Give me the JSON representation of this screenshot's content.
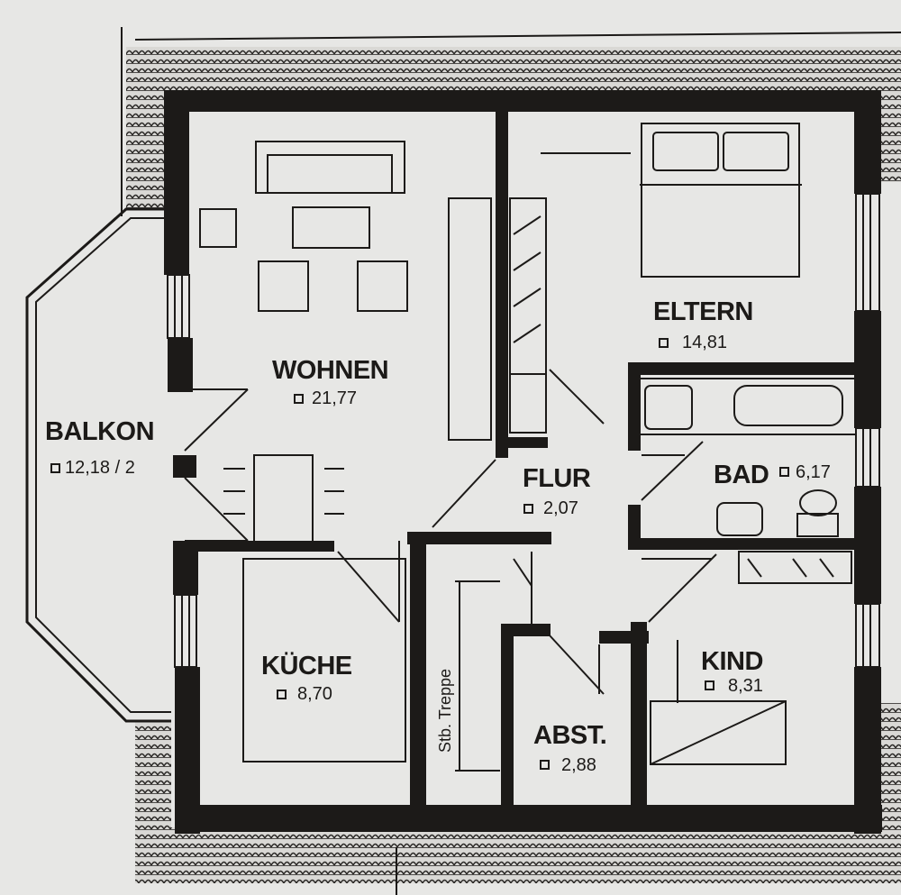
{
  "rooms": {
    "balkon": {
      "label": "BALKON",
      "area": "12,18 / 2"
    },
    "wohnen": {
      "label": "WOHNEN",
      "area": "21,77"
    },
    "eltern": {
      "label": "ELTERN",
      "area": "14,81"
    },
    "flur": {
      "label": "FLUR",
      "area": "2,07"
    },
    "bad": {
      "label": "BAD",
      "area": "6,17"
    },
    "kueche": {
      "label": "KÜCHE",
      "area": "8,70"
    },
    "abst": {
      "label": "ABST.",
      "area": "2,88"
    },
    "kind": {
      "label": "KIND",
      "area": "8,31"
    }
  },
  "stair": {
    "label": "Stb. Treppe"
  },
  "colors": {
    "ink": "#1c1a18",
    "paper": "#e7e7e5",
    "roof_tile": "#b9b7b3"
  }
}
